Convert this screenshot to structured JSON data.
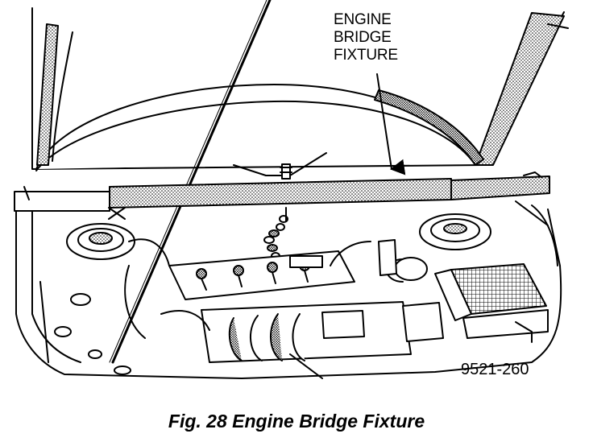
{
  "callout": {
    "line1": "ENGINE",
    "line2": "BRIDGE",
    "line3": "FIXTURE"
  },
  "figure_code": "9521-260",
  "caption": "Fig. 28 Engine Bridge Fixture"
}
